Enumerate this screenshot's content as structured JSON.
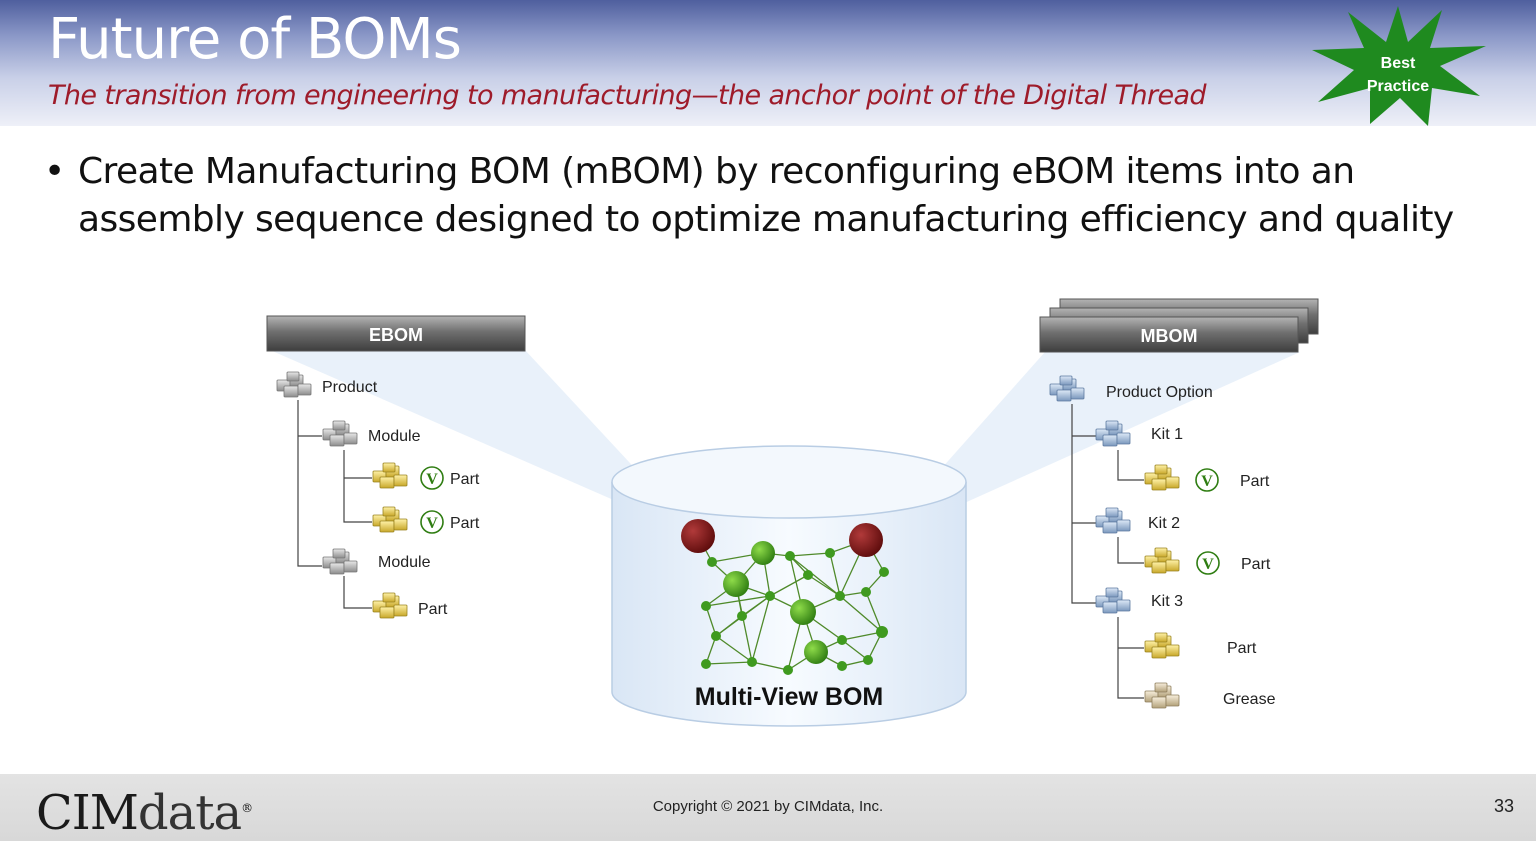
{
  "slide": {
    "title": "Future of BOMs",
    "subtitle": "The transition from engineering to manufacturing—the anchor point of the Digital Thread",
    "badge": {
      "line1": "Best",
      "line2": "Practice",
      "color": "#1f8a1f"
    },
    "bullet_symbol": "•",
    "bullet": "Create Manufacturing BOM (mBOM) by reconfiguring eBOM items into an assembly sequence designed to optimize manufacturing efficiency and quality"
  },
  "diagram": {
    "ebom": {
      "header": "EBOM",
      "items": [
        {
          "label": "Product"
        },
        {
          "label": "Module"
        },
        {
          "label": "Part",
          "marker": "V"
        },
        {
          "label": "Part",
          "marker": "V"
        },
        {
          "label": "Module"
        },
        {
          "label": "Part"
        }
      ]
    },
    "mbom": {
      "header": "MBOM",
      "items": [
        {
          "label": "Product Option"
        },
        {
          "label": "Kit 1"
        },
        {
          "label": "Part",
          "marker": "V"
        },
        {
          "label": "Kit 2"
        },
        {
          "label": "Part",
          "marker": "V"
        },
        {
          "label": "Kit 3"
        },
        {
          "label": "Part"
        },
        {
          "label": "Grease"
        }
      ]
    },
    "database": {
      "label": "Multi-View BOM"
    },
    "colors": {
      "node_green": "#3f9a1f",
      "node_red": "#7a1414",
      "edge": "#4f8a2a"
    }
  },
  "footer": {
    "logo_main": "CIM",
    "logo_sub": "data",
    "logo_mark": "®",
    "copyright": "Copyright © 2021 by CIMdata, Inc.",
    "page_number": "33"
  }
}
